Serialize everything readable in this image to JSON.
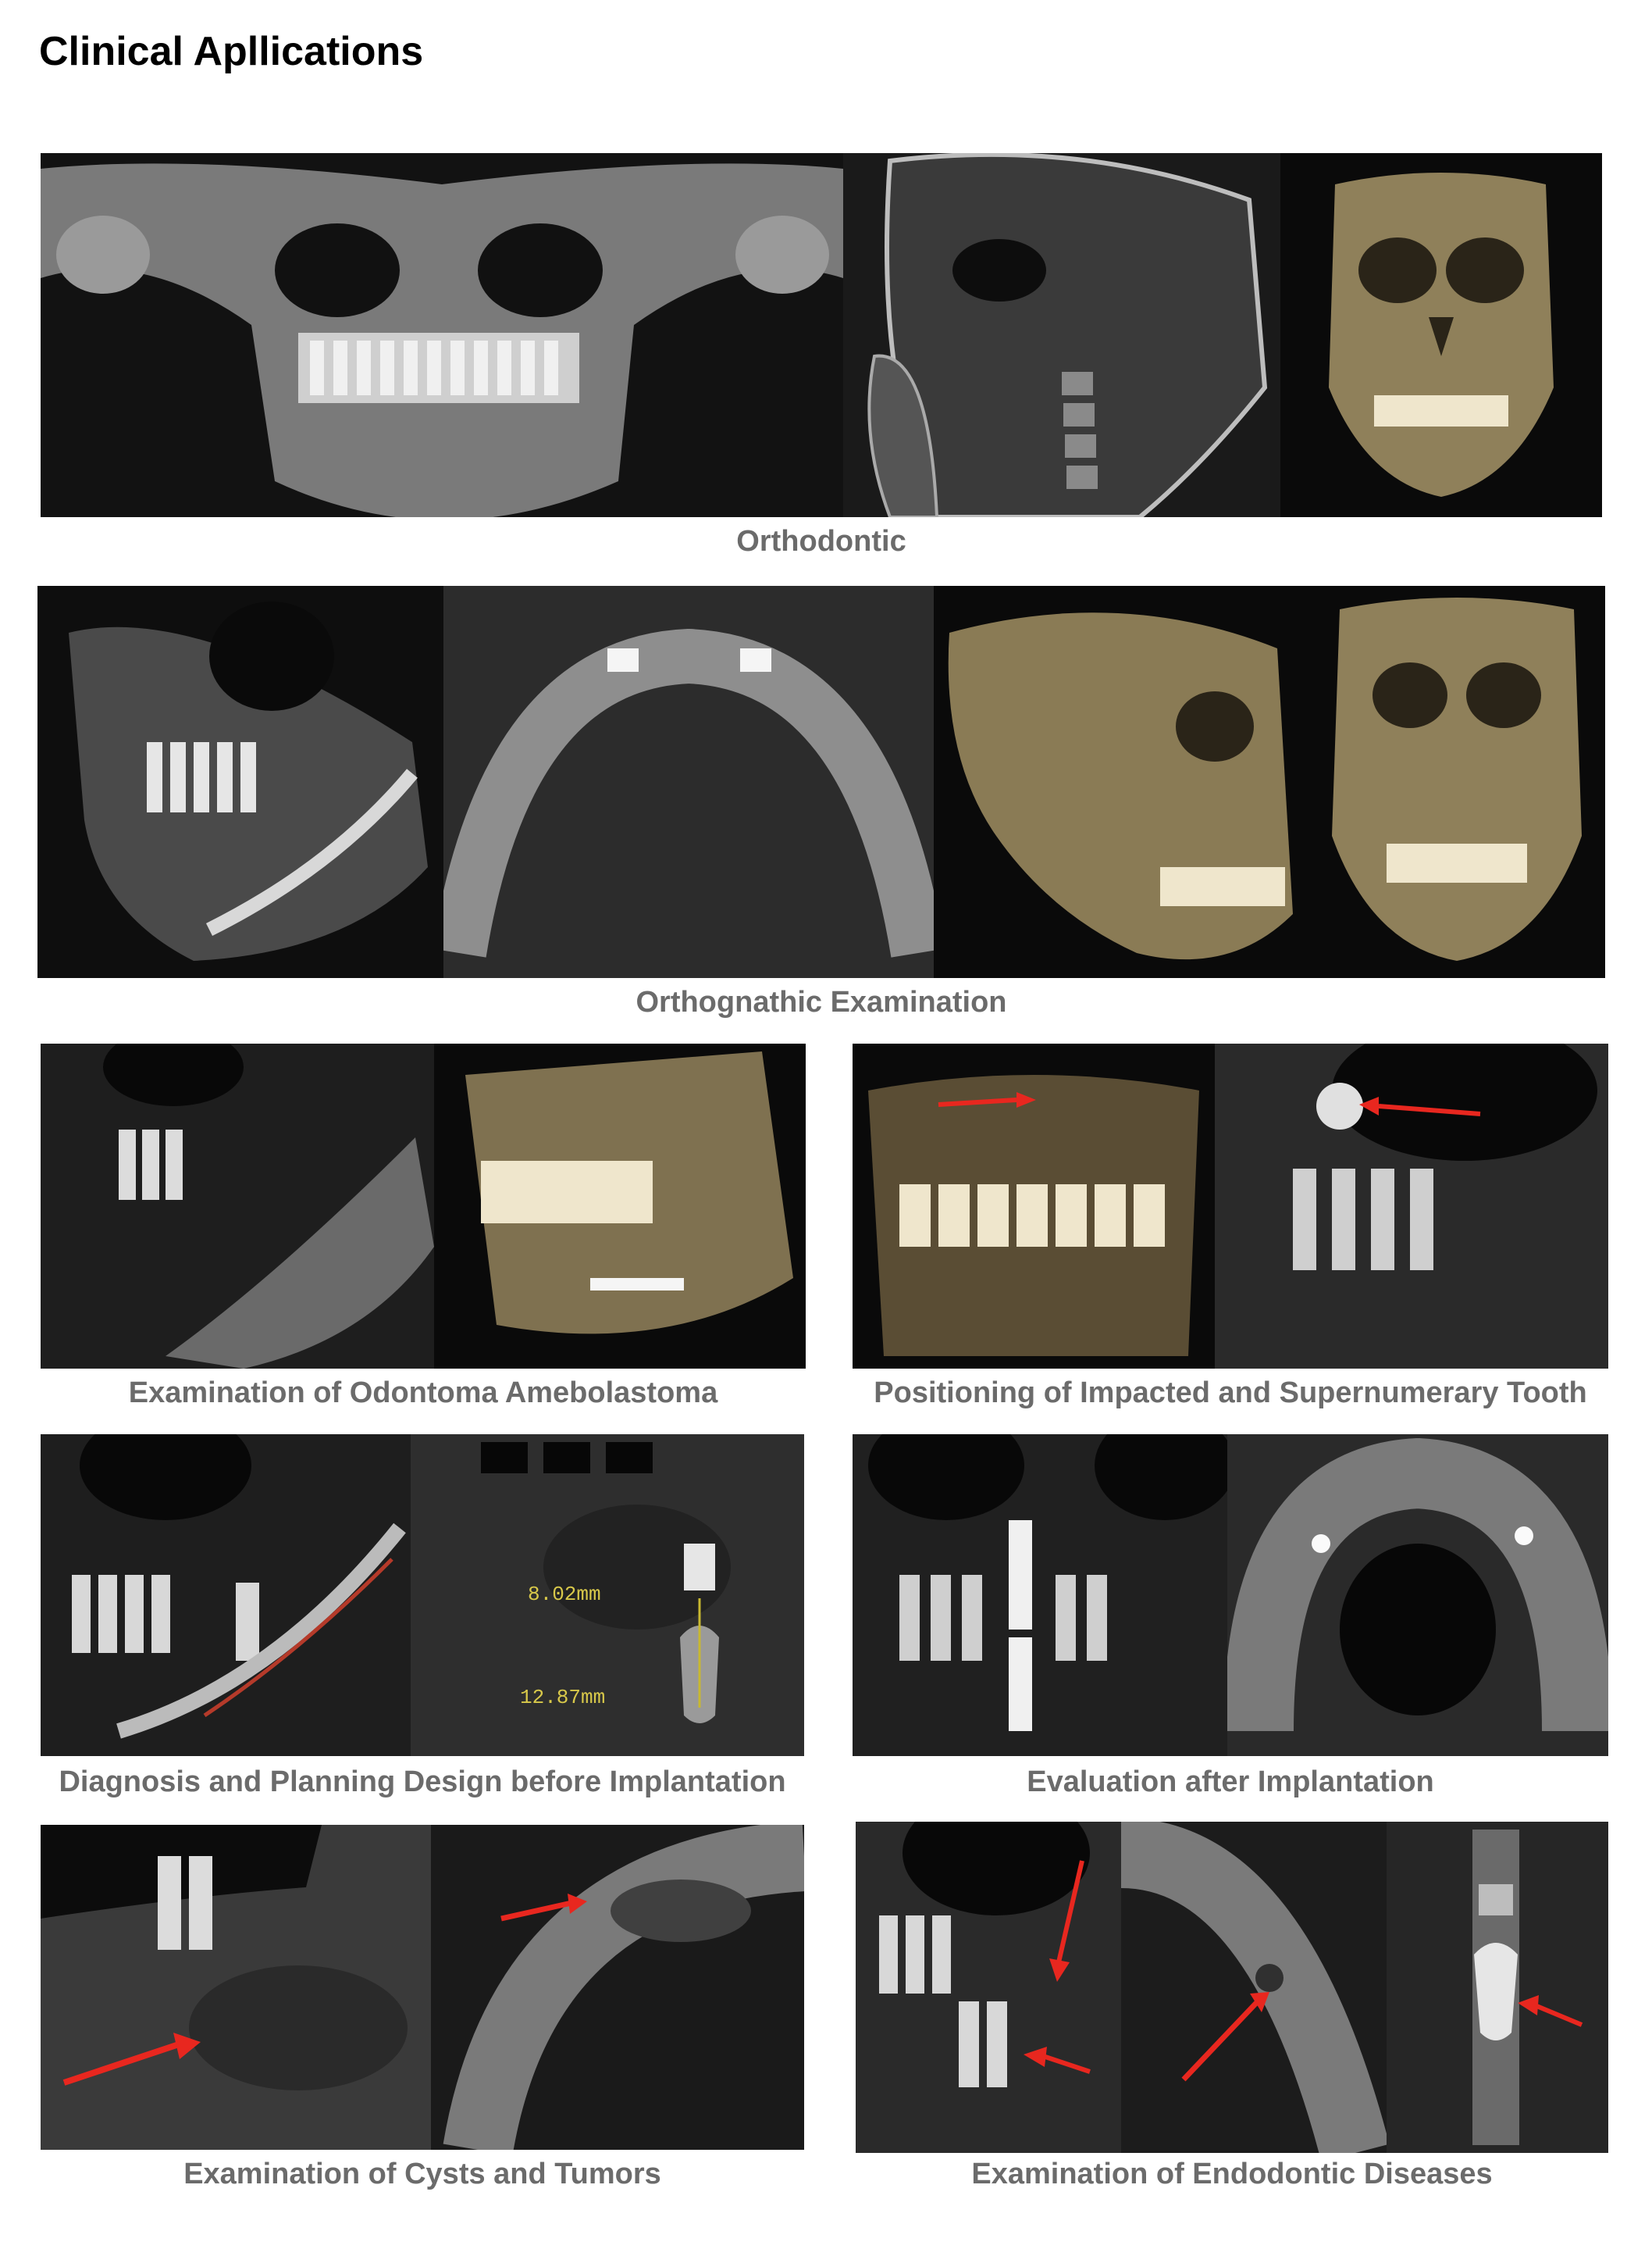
{
  "page": {
    "title": "Clinical Apllications"
  },
  "sections": [
    {
      "caption": "Orthodontic"
    },
    {
      "caption": "Orthognathic Examination"
    },
    {
      "caption": "Examination of Odontoma Amebolastoma"
    },
    {
      "caption": "Positioning of Impacted and Supernumerary Tooth"
    },
    {
      "caption": "Diagnosis and Planning Design before Implantation"
    },
    {
      "caption": "Evaluation after Implantation"
    },
    {
      "caption": "Examination of Cysts and Tumors"
    },
    {
      "caption": "Examination of Endodontic Diseases"
    }
  ],
  "annotations": {
    "measurement_1": "8.02mm",
    "measurement_2": "12.87mm"
  },
  "colors": {
    "caption": "#6b6b6b",
    "arrow": "#e8271f",
    "bone_3d": "#9a8a5e",
    "scan_bg": "#0a0a0a"
  }
}
